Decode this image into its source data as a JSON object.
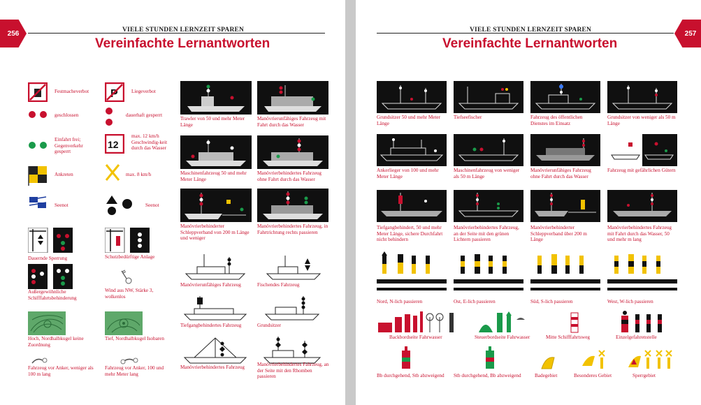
{
  "left_page": {
    "page_number": "256",
    "running_head": "VIELE STUNDEN LERNZEIT SPAREN",
    "title": "Vereinfachte Lernantworten",
    "signs": [
      "Festmacheverbot",
      "Liegeverbot",
      "geschlossen",
      "dauerhaft gesperrt",
      "Einfahrt frei; Gegenverkehr gesperrt",
      "max. 12 km/h Geschwindig-keit durch das Wasser",
      "Ankreten",
      "max. 8 km/h",
      "Seenot",
      "Seenot",
      "Dauernde Sperrung",
      "Schutzbedürftige Anlage",
      "Außergewöhnliche Schifffahrtsbehinderung",
      "Wind aus NW, Stärke 3, wolkenlos",
      "Hoch, Nordhalbkugel keine Zuordnung",
      "Tief, Nordhalbkugel Isobaren",
      "Fahrzeug vor Anker, weniger als 100 m lang",
      "Fahrzeug vor Anker, 100 und mehr Meter lang"
    ],
    "sign_12_text": "12",
    "vessels": [
      "Trawler von 50 und mehr Meter Länge",
      "Manövrierunfähiges Fahrzeug mit Fahrt durch das Wasser",
      "Maschinenfahrzeug 50 und mehr Meter Länge",
      "Manövrierbehindertes Fahrzeug ohne Fahrt durch das Wasser",
      "Manövrierbehinderter Schleppverband von 200 m Länge und weniger",
      "Manövrierbehindertes Fahrzeug, in Fahrtrichtung rechts passieren",
      "Manövrierunfähiges Fahrzeug",
      "Fischendes Fahrzeug",
      "Tiefgangbehindertes Fahrzeug",
      "Grundsitzer",
      "Manövrierbehindertes Fahrzeug",
      "Manövrierbehindertes Fahrzeug, an der Seite mit den Rhomben passieren"
    ]
  },
  "right_page": {
    "page_number": "257",
    "running_head": "VIELE STUNDEN LERNZEIT SPAREN",
    "title": "Vereinfachte Lernantworten",
    "vessels": [
      "Grundsitzer 50 und mehr Meter Länge",
      "Tiefseefischer",
      "Fahrzeug des öffentlichen Dienstes im Einsatz",
      "Grundsitzer von weniger als 50 m Länge",
      "Ankerlieger von 100 und mehr Meter Länge",
      "Maschinenfahrzeug von weniger als 50 m Länge",
      "Manövrierunfähiges Fahrzeug ohne Fahrt durch das Wasser",
      "Fahrzeug mit gefährlichen Gütern",
      "Tiefgangbehindert, 50 und mehr Meter Länge, sichere Durchfahrt nicht behindern",
      "Manövrierbehindertes Fahrzeug, an der Seite mit den grünen Lichtern passieren",
      "Manövrierbehinderter Schleppverband über 200 m Länge",
      "Manövrierbehindertes Fahrzeug mit Fahrt durch das Wasser, 50 und mehr m lang"
    ],
    "cardinal": [
      "Nord, N-lich passieren",
      "Ost, E-lich passieren",
      "Süd, S-lich passieren",
      "West, W-lich passieren"
    ],
    "buoys_row1": [
      "Backbordseite Fahrwasser",
      "Steuerbordseite Fahrwasser",
      "Mitte Schifffahrtsweg",
      "Einzelgefahrenstelle"
    ],
    "buoys_row2": [
      "Bb durchgehend, Stb abzweigend",
      "Stb durchgehend, Bb abzweigend",
      "Badegebiet",
      "Besonderes Gebiet",
      "Sperrgebiet"
    ]
  },
  "colors": {
    "accent": "#c8102e",
    "green": "#1a9a4a",
    "yellow": "#f2c200"
  }
}
